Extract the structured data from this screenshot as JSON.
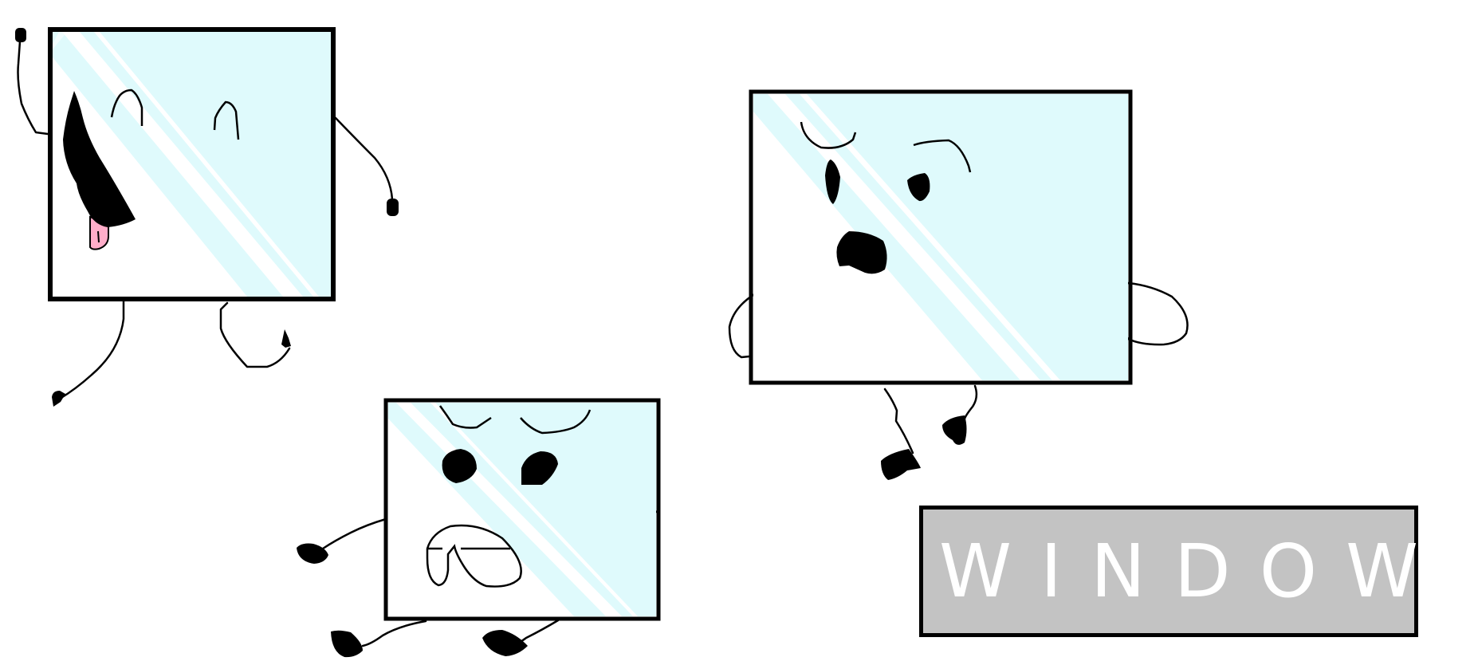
{
  "label": {
    "text": "WINDOW"
  },
  "colors": {
    "glass": "#dffafc",
    "frame": "#000000",
    "highlight": "#ffffff",
    "tongue": "#ffadc9",
    "label_bg": "#c3c3c3",
    "label_text": "#ffffff"
  },
  "characters": [
    {
      "name": "happy-window",
      "expression": "happy, tongue out"
    },
    {
      "name": "sad-window",
      "expression": "sad, frowning"
    },
    {
      "name": "shocked-window",
      "expression": "shocked, open mouth"
    }
  ]
}
